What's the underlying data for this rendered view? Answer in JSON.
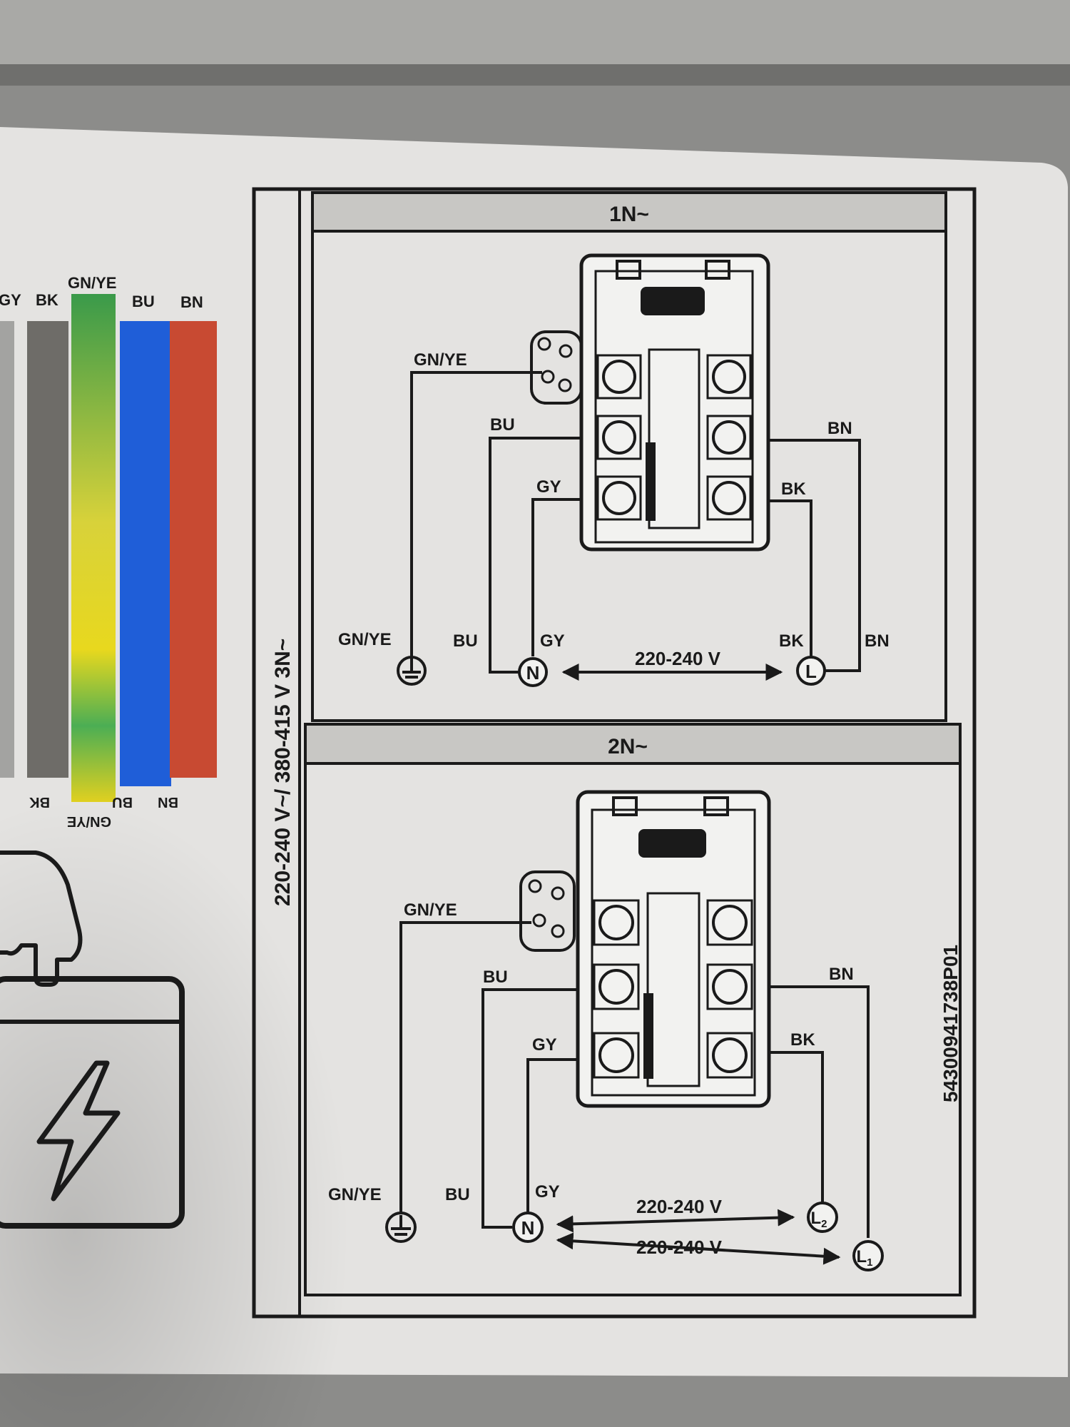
{
  "colour_chart": {
    "top_labels": [
      "GY",
      "BK",
      "GN/YE",
      "BU",
      "BN"
    ],
    "bottom_labels": [
      "BK",
      "GN/YE",
      "BU",
      "BN"
    ],
    "colors": {
      "gy": "#9a9a98",
      "bk": "#6e6c68",
      "bu": "#1f5ed8",
      "bn_top": "#c84a32",
      "bn_bottom": "#8a2a1c"
    }
  },
  "voltage_banner": "220-240 V~/ 380-415 V 3N~",
  "panel_1n": {
    "title": "1N~",
    "block_labels": {
      "gnye": "GN/YE",
      "bu": "BU",
      "gy": "GY",
      "bn": "BN",
      "bk": "BK"
    },
    "terminal_labels": {
      "gnye": "GN/YE",
      "bu": "BU",
      "gy": "GY",
      "bk": "BK",
      "bn": "BN"
    },
    "n_symbol": "N",
    "l_symbol": "L",
    "voltage": "220-240 V"
  },
  "panel_2n": {
    "title": "2N~",
    "block_labels": {
      "gnye": "GN/YE",
      "bu": "BU",
      "gy": "GY",
      "bn": "BN",
      "bk": "BK"
    },
    "terminal_labels": {
      "gnye": "GN/YE",
      "bu": "BU",
      "gy": "GY"
    },
    "n_symbol": "N",
    "l2_symbol": "L",
    "l2_sub": "2",
    "l1_symbol": "L",
    "l1_sub": "1",
    "voltage_1": "220-240 V",
    "voltage_2": "220-240 V"
  },
  "part_number": "54300941738P01",
  "icons": [
    "hand-pointer-icon",
    "lightning-box-icon",
    "earth-ground-icon"
  ]
}
